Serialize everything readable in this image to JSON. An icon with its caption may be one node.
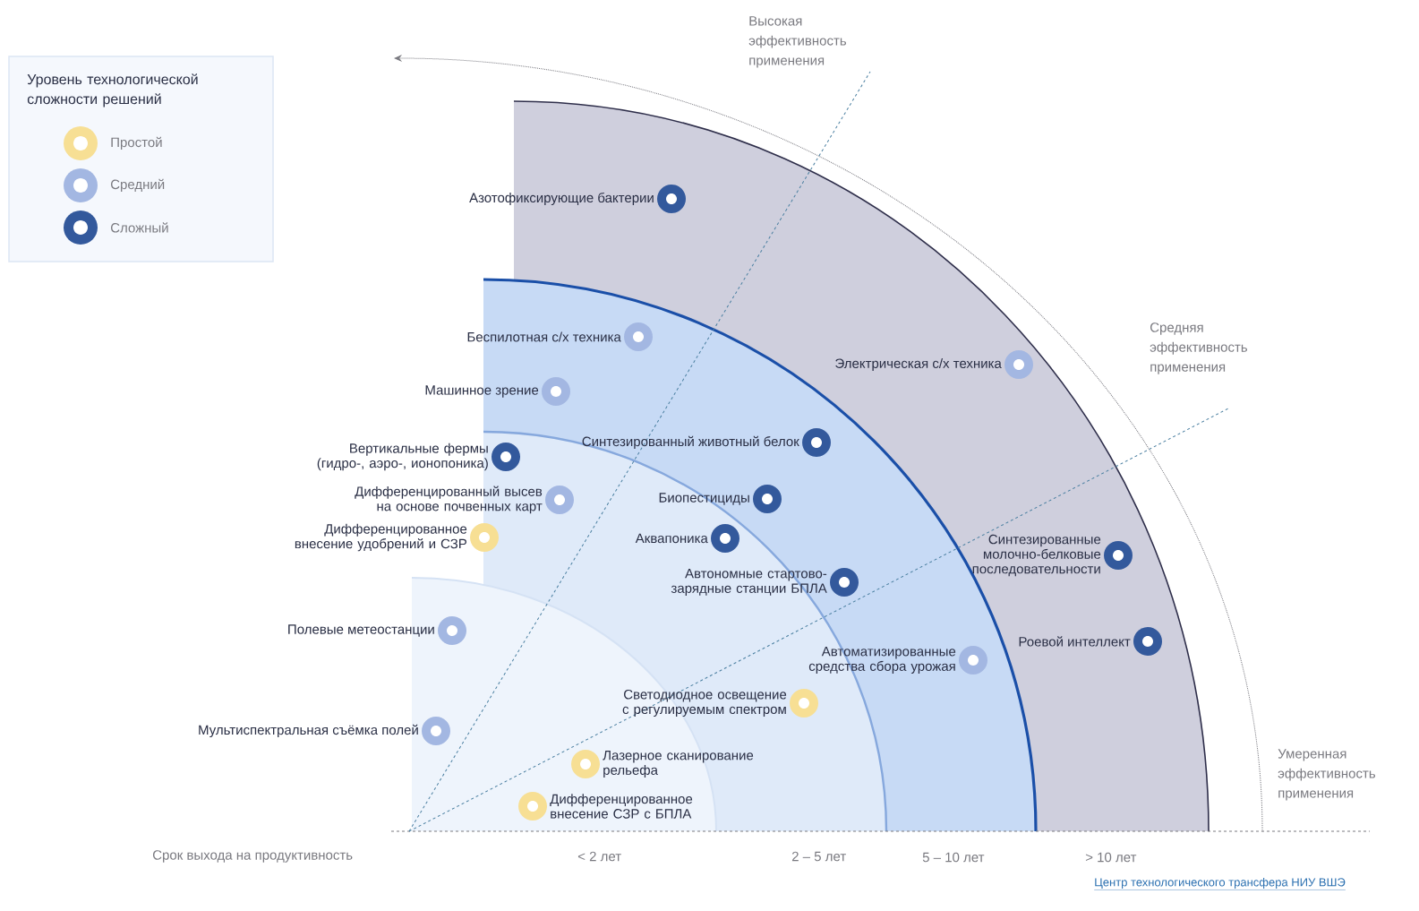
{
  "diagram": {
    "nodes": [
      {
        "text": [],
        "shape": "circle",
        "beside": [
          "Азотофиксирующие бактерии"
        ]
      },
      {
        "text": [],
        "shape": "circle",
        "beside": [
          "Беспилотная с/х техника"
        ]
      },
      {
        "text": [],
        "shape": "circle",
        "beside": [
          "Электрическая с/х техника"
        ]
      },
      {
        "text": [],
        "shape": "circle",
        "beside": [
          "Машинное зрение"
        ]
      },
      {
        "text": [],
        "shape": "circle",
        "beside": [
          "Синтезированный животный белок"
        ]
      },
      {
        "text": [],
        "shape": "circle",
        "beside": [
          "Вертикальные фермы (гидро-, аэро-, ионопоника)"
        ]
      },
      {
        "text": [],
        "shape": "circle",
        "beside": [
          "Биопестициды"
        ]
      },
      {
        "text": [],
        "shape": "circle",
        "beside": [
          "Дифференцированный высев на основе почвенных карт"
        ]
      },
      {
        "text": [],
        "shape": "circle",
        "beside": [
          "Аквапоника"
        ]
      },
      {
        "text": [],
        "shape": "circle",
        "beside": [
          "Дифференцированное внесение удобрений и СЗР"
        ]
      },
      {
        "text": [],
        "shape": "circle",
        "beside": [
          "Синтезированные молочно-белковые последовательности"
        ]
      },
      {
        "text": [],
        "shape": "circle",
        "beside": [
          "Автономные стартово-зарядные станции БПЛА"
        ]
      },
      {
        "text": [],
        "shape": "circle",
        "beside": [
          "Полевые метеостанции"
        ]
      },
      {
        "text": [],
        "shape": "circle",
        "beside": [
          "Роевой интеллект"
        ]
      },
      {
        "text": [],
        "shape": "circle",
        "beside": [
          "Автоматизированные средства сбора урожая"
        ]
      },
      {
        "text": [],
        "shape": "circle",
        "beside": [
          "Светодиодное освещение с регулируемым спектром"
        ]
      },
      {
        "text": [],
        "shape": "circle",
        "beside": [
          "Мультиспектральная съёмка полей"
        ]
      },
      {
        "text": [],
        "shape": "circle",
        "beside": [
          "Лазерное сканирование рельефа"
        ]
      },
      {
        "text": [],
        "shape": "circle",
        "beside": [
          "Дифференцированное внесение СЗР с БПЛА"
        ]
      }
    ],
    "labels": [
      "Высокая эффективность применения",
      "Уровень технологической сложности решений",
      "Средняя эффективность применения",
      "Умеренная эффективность применения",
      "Срок выхода на продуктивность",
      "< 2 лет",
      "2 – 5 лет",
      "5 – 10 лет",
      "> 10 лет",
      "Центр технологического трансфера НИУ ВШЭ"
    ],
    "legend": [
      {
        "text": "Простой",
        "color": "#f7df94"
      },
      {
        "text": "Средний",
        "color": "#a3b7e2"
      },
      {
        "text": "Сложный",
        "color": "#33599c"
      }
    ]
  }
}
